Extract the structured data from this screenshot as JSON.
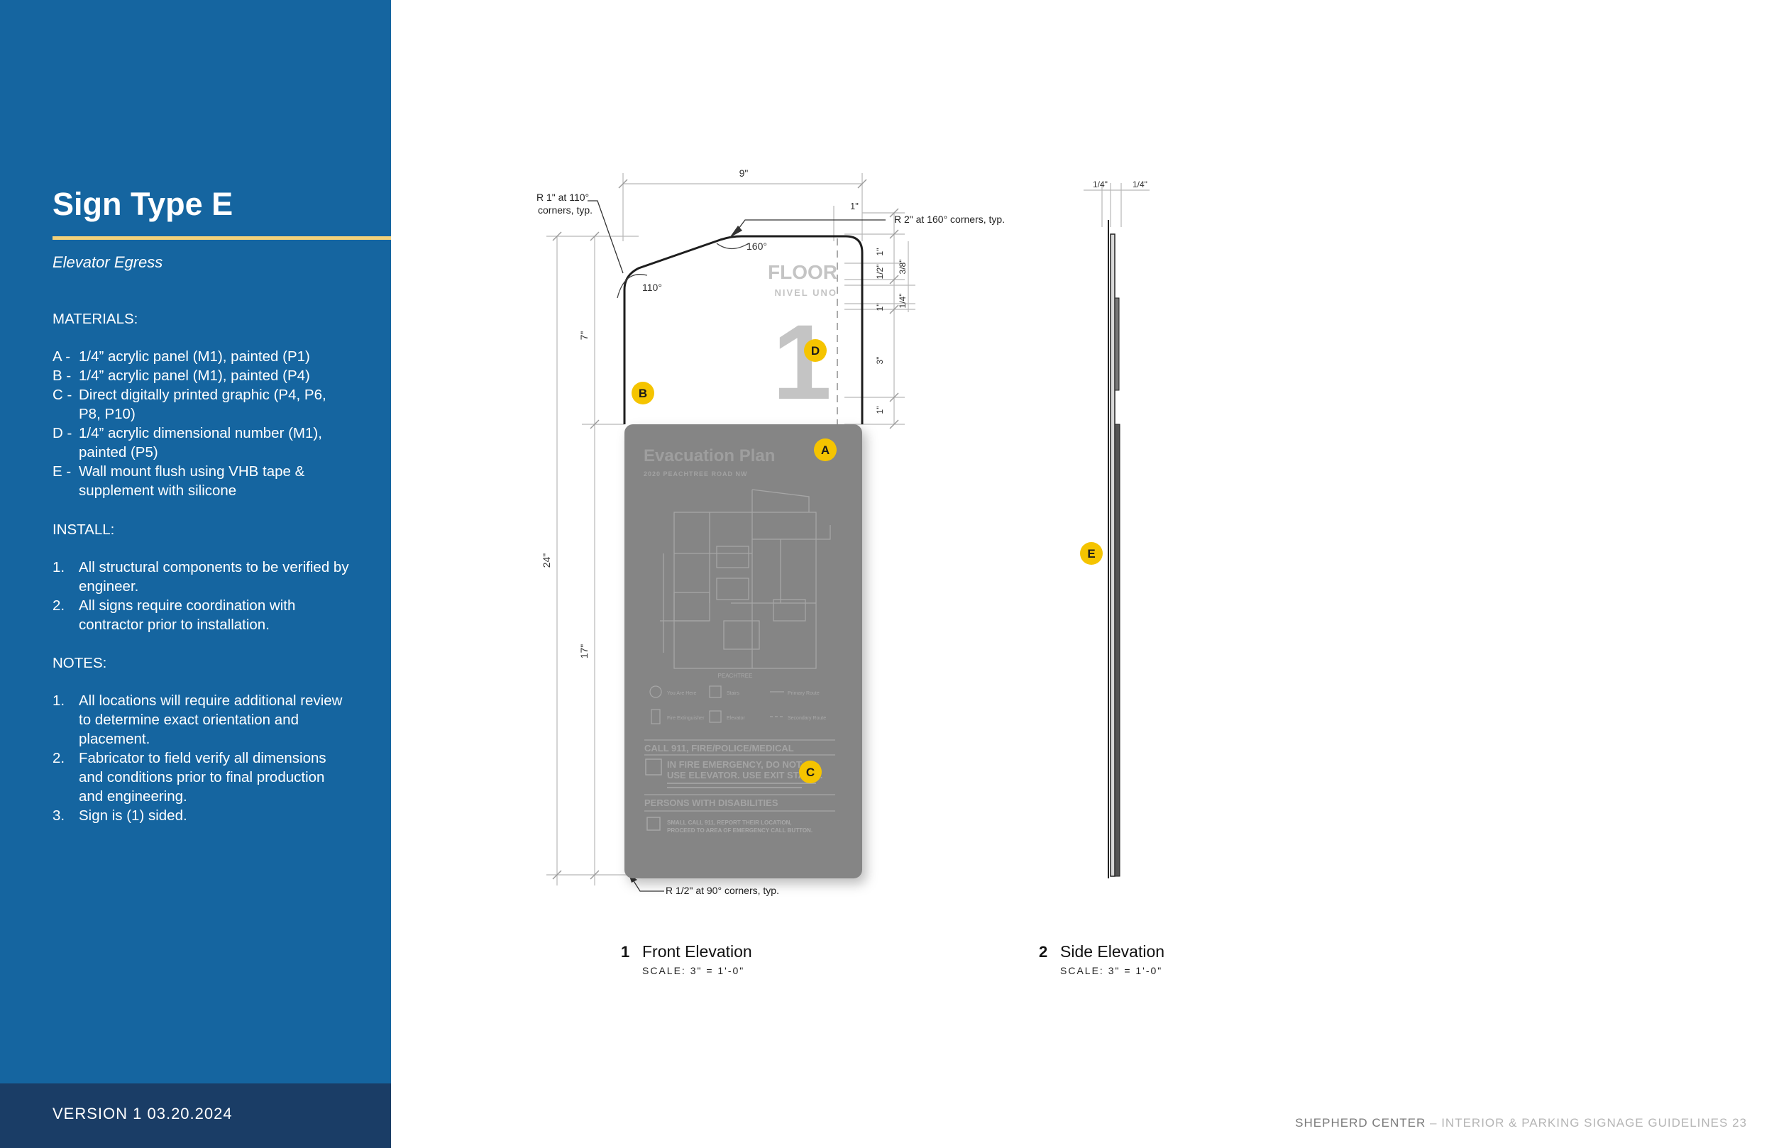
{
  "sidebar": {
    "title": "Sign Type E",
    "subtitle": "Elevator Egress",
    "materials_heading": "MATERIALS:",
    "materials": [
      {
        "key": "A -",
        "text": "1/4” acrylic panel (M1), painted (P1)"
      },
      {
        "key": "B -",
        "text": "1/4” acrylic panel (M1), painted (P4)"
      },
      {
        "key": "C -",
        "text": "Direct digitally printed graphic (P4, P6, P8, P10)"
      },
      {
        "key": "D -",
        "text": "1/4” acrylic dimensional number (M1), painted (P5)"
      },
      {
        "key": "E -",
        "text": "Wall mount flush using VHB tape & supplement with silicone"
      }
    ],
    "install_heading": "INSTALL:",
    "install": [
      {
        "key": "1.",
        "text": "All structural components to be verified by engineer."
      },
      {
        "key": "2.",
        "text": "All signs require coordination with contractor prior to installation."
      }
    ],
    "notes_heading": "NOTES:",
    "notes": [
      {
        "key": "1.",
        "text": "All locations will require additional review to determine exact orientation and placement."
      },
      {
        "key": "2.",
        "text": "Fabricator to field verify all dimensions and conditions prior to final production and engineering."
      },
      {
        "key": "3.",
        "text": "Sign is (1) sided."
      }
    ],
    "version": "VERSION 1  03.20.2024"
  },
  "front": {
    "caption_num": "1",
    "caption_title": "Front Elevation",
    "caption_scale": "SCALE: 3\" = 1'-0\"",
    "dim_width": "9\"",
    "dim_total": "24\"",
    "dim_top": "7\"",
    "dim_bottom": "17\"",
    "dim_r1": "1\"",
    "dim_r2": "1\"",
    "dim_r3": "1/2\"",
    "dim_r4": "1\"",
    "dim_r5": "3\"",
    "dim_r6": "1\"",
    "dim_r7": "3/8\"",
    "dim_r8": "1/4\"",
    "note_r1": "R 1\" at 110°",
    "note_r1b": "corners, typ.",
    "note_r2": "R 2\" at 160° corners, typ.",
    "note_r3": "R 1/2\" at 90° corners, typ.",
    "angle_110": "110°",
    "angle_160": "160°",
    "floor_word": "FLOOR",
    "floor_sub": "NIVEL UNO",
    "floor_num": "1",
    "plan_title": "Evacuation Plan",
    "plan_address": "2020 PEACHTREE ROAD NW",
    "plan_street": "PEACHTREE",
    "legend": [
      "You Are Here",
      "Fire Extinguisher",
      "Stairs",
      "Elevator",
      "Primary Route",
      "Secondary Route"
    ],
    "call_911": "CALL 911, FIRE/POLICE/MEDICAL",
    "fire_line1": "IN FIRE EMERGENCY, DO NOT",
    "fire_line2": "USE ELEVATOR. USE EXIT STAIRS.",
    "disab_heading": "PERSONS WITH DISABILITIES",
    "disab_line1": "SMALL CALL 911, REPORT THEIR LOCATION,",
    "disab_line2": "PROCEED TO AREA OF EMERGENCY CALL BUTTON.",
    "callouts": {
      "a": "A",
      "b": "B",
      "c": "C",
      "d": "D"
    }
  },
  "side": {
    "caption_num": "2",
    "caption_title": "Side Elevation",
    "caption_scale": "SCALE: 3\" = 1'-0\"",
    "dim_left": "1/4\"",
    "dim_right": "1/4\"",
    "callout_e": "E"
  },
  "footer": {
    "brand": "SHEPHERD CENTER",
    "dash": "–",
    "doc": "INTERIOR & PARKING SIGNAGE GUIDELINES",
    "page": "23"
  },
  "colors": {
    "sidebar_blue": "#1565a0",
    "footer_navy": "#1a3d66",
    "rule_yellow": "#f4d27a",
    "callout_yellow": "#f5c400",
    "panel_gray": "#858585"
  }
}
